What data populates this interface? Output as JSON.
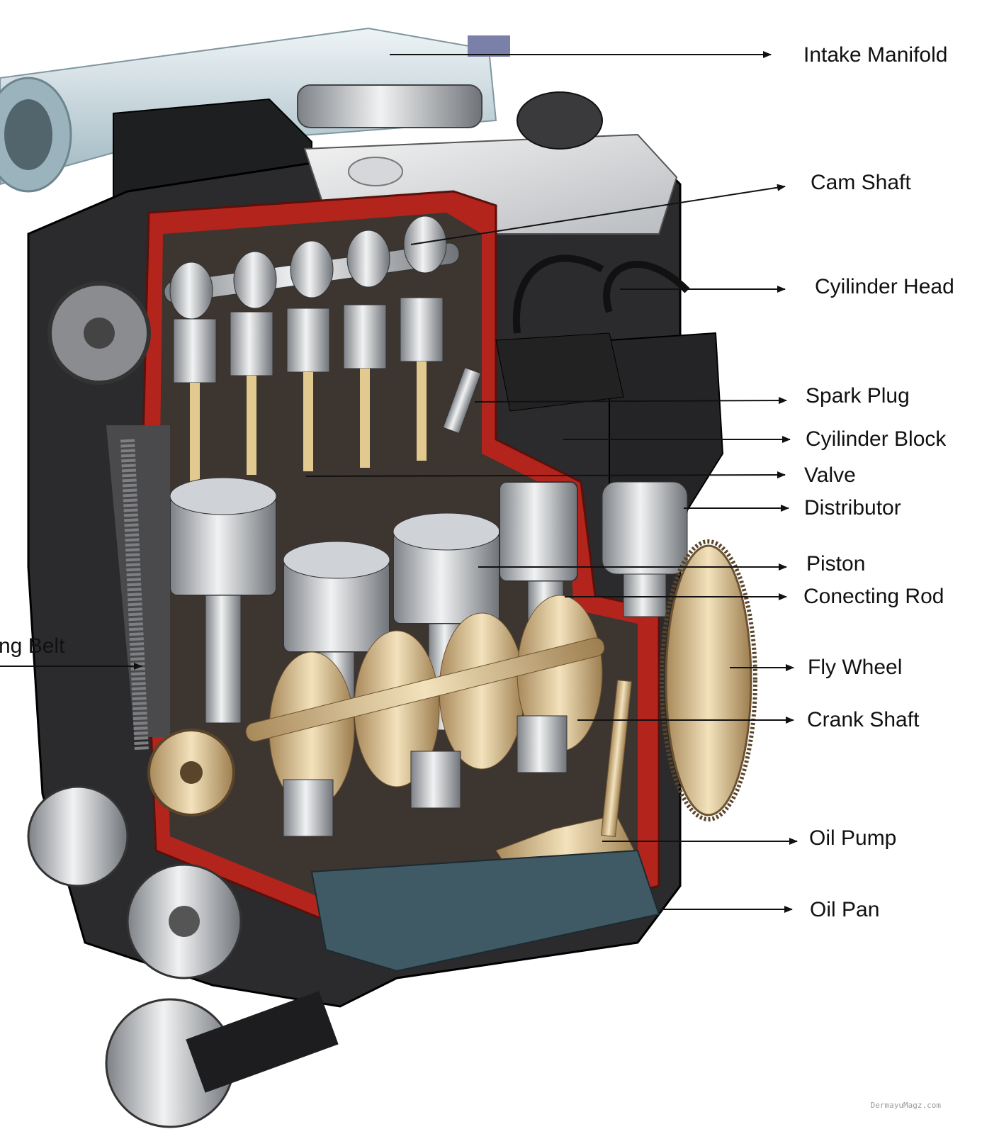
{
  "labels": {
    "intake_manifold": "Intake Manifold",
    "cam_shaft": "Cam Shaft",
    "cylinder_head": "Cyilinder Head",
    "spark_plug": "Spark Plug",
    "cylinder_block": "Cyilinder Block",
    "valve": "Valve",
    "distributor": "Distributor",
    "piston": "Piston",
    "connecting_rod": "Conecting Rod",
    "fly_wheel": "Fly Wheel",
    "crank_shaft": "Crank Shaft",
    "oil_pump": "Oil Pump",
    "oil_pan": "Oil Pan",
    "timing_belt": "ng Belt"
  },
  "watermark": "DermayuMagz.com",
  "colors": {
    "cutaway_red": "#b3251c",
    "engine_dark": "#2b2b2d",
    "steel": "#c9ccd0",
    "brass": "#d9bf8a",
    "manifold_blue": "#b8cbd3",
    "leader_line": "#111111"
  }
}
